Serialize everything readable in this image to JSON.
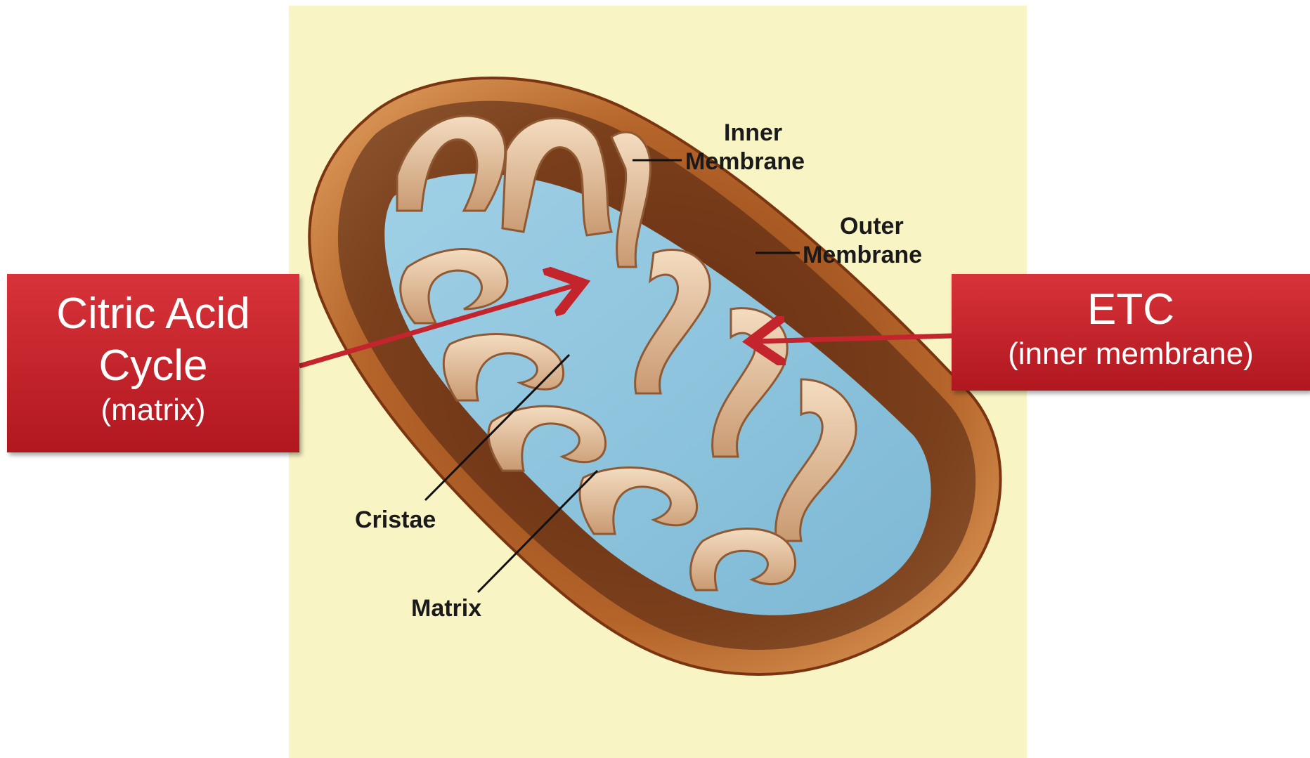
{
  "labels": {
    "inner_membrane": [
      "Inner",
      "Membrane"
    ],
    "outer_membrane": [
      "Outer",
      "Membrane"
    ],
    "cristae": "Cristae",
    "matrix": "Matrix"
  },
  "callouts": {
    "citric_acid": {
      "line1": "Citric Acid",
      "line2": "Cycle",
      "sub": "(matrix)"
    },
    "etc": {
      "title": "ETC",
      "sub": "(inner membrane)"
    }
  },
  "colors": {
    "background_panel": "#f8f4c4",
    "outer_membrane": "#b9692a",
    "inner_membrane": "#e9c9a6",
    "matrix": "#8fc6de",
    "callout_red": "#c4242c"
  }
}
